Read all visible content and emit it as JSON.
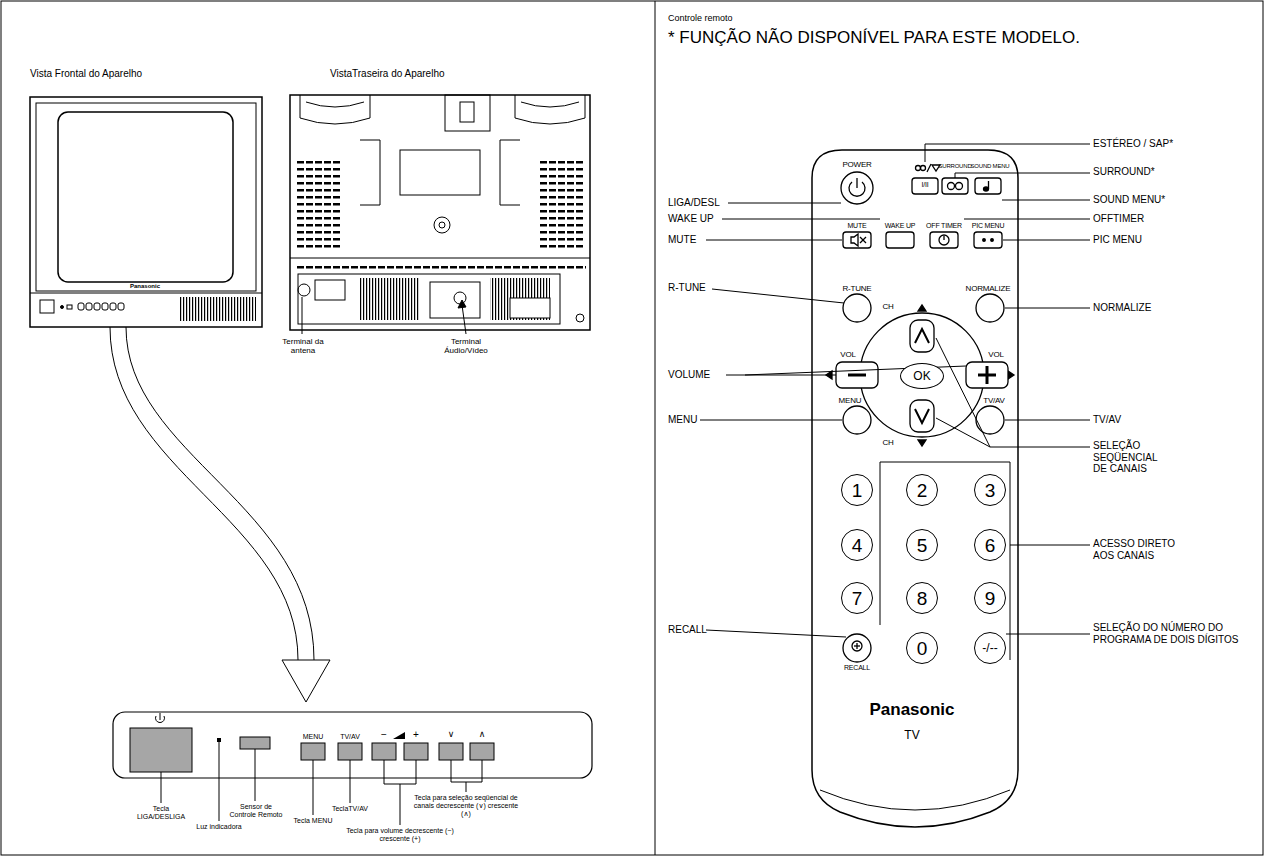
{
  "diagram": {
    "nodes": [
      {
        "text": [
          "OK"
        ]
      },
      {
        "text": [
          "1"
        ]
      },
      {
        "text": [
          "2"
        ]
      },
      {
        "text": [
          "3"
        ]
      },
      {
        "text": [
          "4"
        ]
      },
      {
        "text": [
          "5"
        ]
      },
      {
        "text": [
          "6"
        ]
      },
      {
        "text": [
          "7"
        ]
      },
      {
        "text": [
          "8"
        ]
      },
      {
        "text": [
          "9"
        ]
      },
      {
        "text": [
          "0"
        ]
      },
      {
        "text": [
          "-/--"
        ]
      }
    ],
    "labels": [
      "Vista Frontal do Aparelho",
      "VistaTraseira do Aparelho",
      "Panasonic",
      "Terminal da antena",
      "Terminal Áudio/Vídeo",
      "MENU",
      "TV/AV",
      "−",
      "+",
      "∨",
      "∧",
      "Tecla LIGA/DESLIGA",
      "Luz indicadora",
      "Sensor de Controle Remoto",
      "Tecla MENU",
      "TeclaTV/AV",
      "Tecla para volume decrescente (−) crescente (+)",
      "Tecla para seleção seqüencial de canais decrescente (∨) crescente (∧)",
      "Controle remoto",
      "* FUNÇÃO NÃO DISPONÍVEL PARA ESTE MODELO.",
      "ESTÉREO / SAP*",
      "SURROUND*",
      "LIGA/DESL",
      "SOUND MENU*",
      "WAKE UP",
      "OFFTIMER",
      "MUTE",
      "PIC MENU",
      "R-TUNE",
      "NORMALIZE",
      "VOLUME",
      "MENU",
      "TV/AV",
      "SELEÇÃO SEQÜENCIAL DE CANAIS",
      "ACESSO DIRETO AOS CANAIS",
      "RECALL",
      "SELEÇÃO DO NÚMERO DO PROGRAMA DE DOIS DÍGITOS",
      "POWER",
      "I/II",
      "SURROUND",
      "SOUND MENU",
      "MUTE",
      "WAKE UP",
      "OFF TIMER",
      "PIC MENU",
      "R-TUNE",
      "NORMALIZE",
      "CH",
      "VOL",
      "VOL",
      "CH",
      "MENU",
      "TV/AV",
      "RECALL",
      "Panasonic",
      "TV"
    ]
  }
}
